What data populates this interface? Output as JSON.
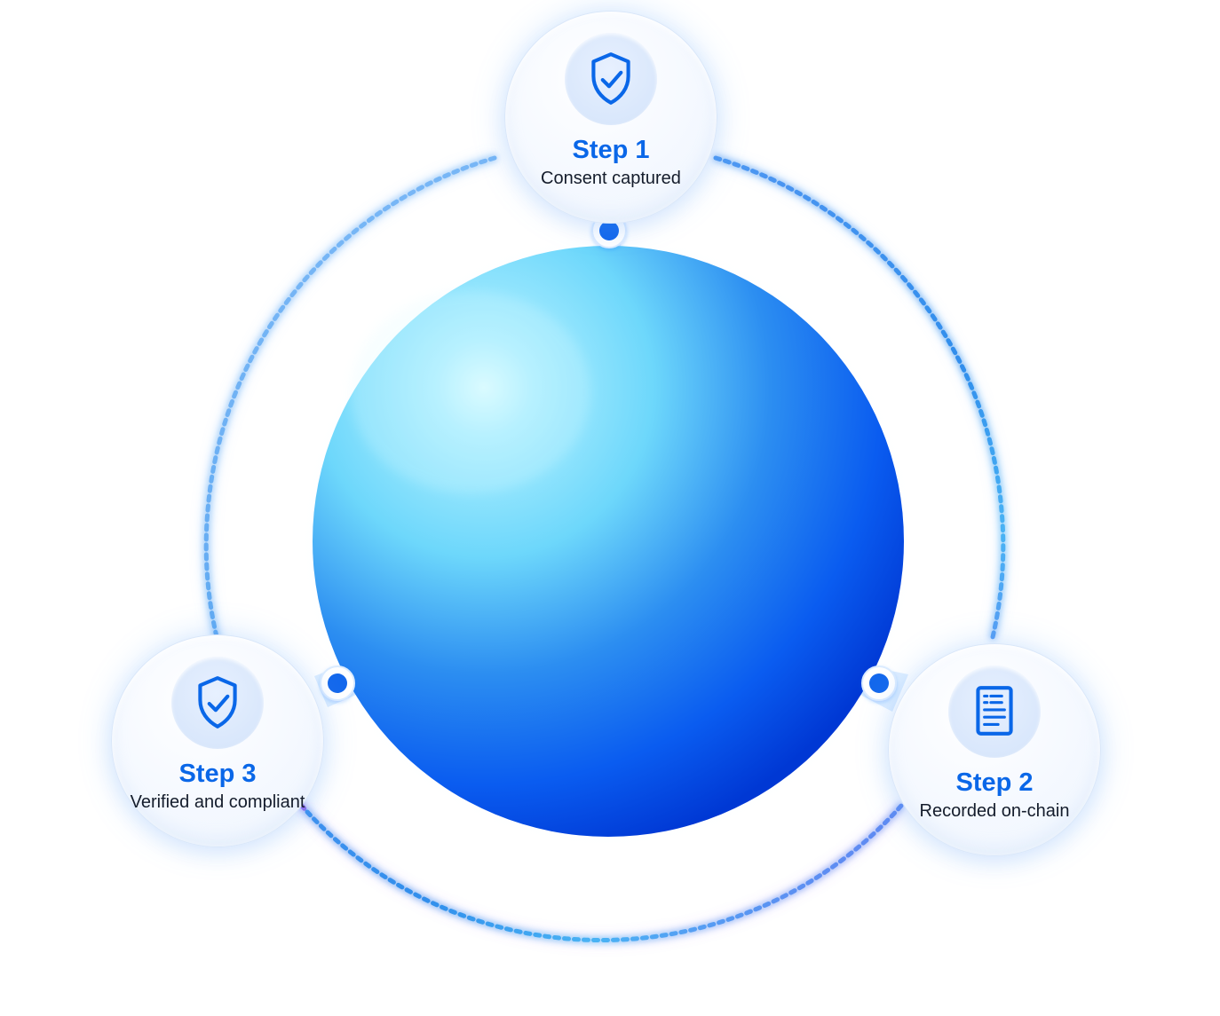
{
  "steps": [
    {
      "title": "Step 1",
      "description": "Consent captured",
      "icon": "shield-check-icon"
    },
    {
      "title": "Step 2",
      "description": "Recorded on-chain",
      "icon": "document-icon"
    },
    {
      "title": "Step 3",
      "description": "Verified and compliant",
      "icon": "shield-check-icon"
    }
  ],
  "colors": {
    "primary_blue": "#0a67e8",
    "sphere_light": "#8ce6ff",
    "sphere_mid": "#2d9df2",
    "sphere_dark": "#0047f4",
    "ring_blue": "#5aa9f6",
    "ring_purple": "#8b55ef",
    "text_dark": "#141c2b"
  }
}
